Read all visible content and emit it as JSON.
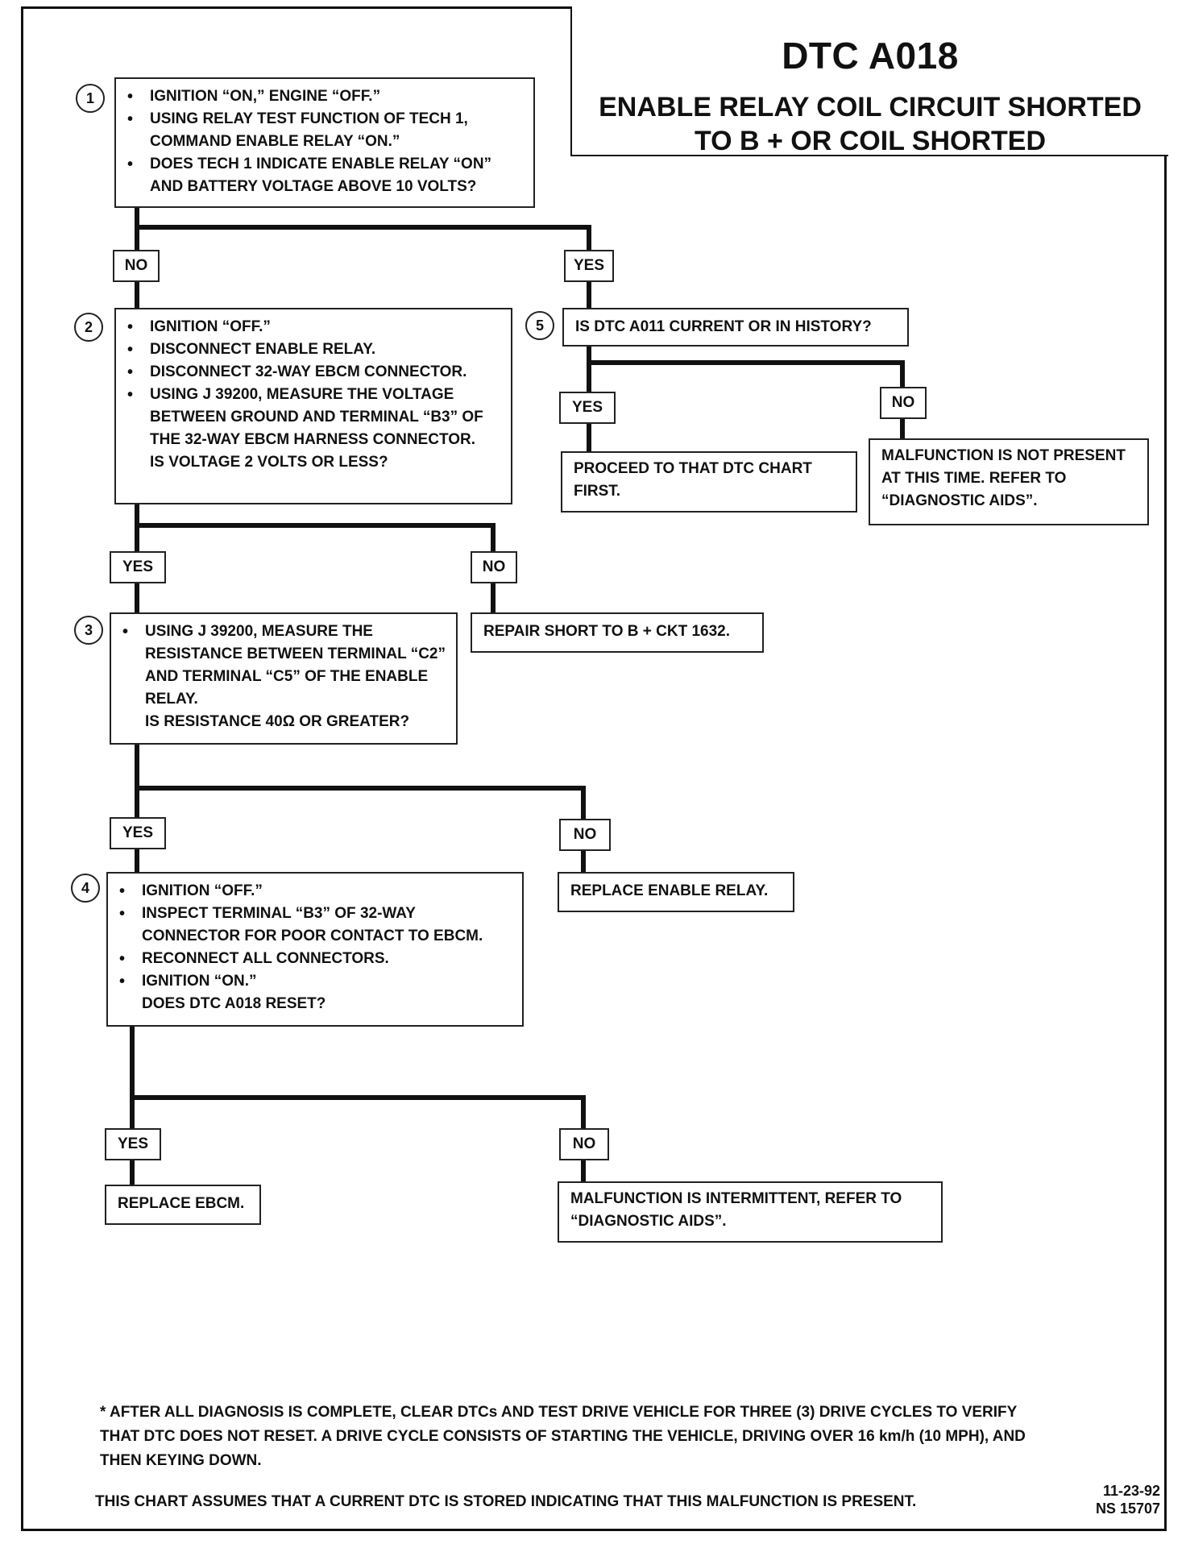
{
  "title": {
    "dtc": "DTC A018",
    "subtitle_line1": "ENABLE RELAY COIL CIRCUIT SHORTED",
    "subtitle_line2": "TO B + OR COIL SHORTED"
  },
  "steps": [
    {
      "number": "1",
      "bullets": [
        "IGNITION “ON,” ENGINE “OFF.”",
        "USING RELAY TEST FUNCTION OF TECH 1, COMMAND ENABLE RELAY “ON.”",
        "DOES TECH 1 INDICATE ENABLE RELAY “ON” AND BATTERY VOLTAGE ABOVE 10 VOLTS?"
      ],
      "question": ""
    },
    {
      "number": "2",
      "bullets": [
        "IGNITION “OFF.”",
        "DISCONNECT ENABLE RELAY.",
        "DISCONNECT 32-WAY EBCM CONNECTOR.",
        "USING J 39200, MEASURE THE VOLTAGE BETWEEN GROUND AND TERMINAL “B3” OF THE 32-WAY EBCM HARNESS CONNECTOR."
      ],
      "question": "IS VOLTAGE 2 VOLTS OR LESS?"
    },
    {
      "number": "3",
      "bullets": [
        "USING J 39200, MEASURE THE RESISTANCE BETWEEN TERMINAL “C2” AND TERMINAL “C5” OF THE ENABLE RELAY."
      ],
      "question": "IS RESISTANCE 40Ω OR GREATER?"
    },
    {
      "number": "4",
      "bullets": [
        "IGNITION “OFF.”",
        "INSPECT TERMINAL “B3” OF 32-WAY CONNECTOR FOR POOR CONTACT TO EBCM.",
        "RECONNECT ALL CONNECTORS.",
        "IGNITION “ON.”"
      ],
      "question": "DOES DTC A018 RESET?"
    },
    {
      "number": "5",
      "text": "IS DTC A011 CURRENT OR IN HISTORY?"
    }
  ],
  "labels": {
    "yes": "YES",
    "no": "NO"
  },
  "results": {
    "proceed": "PROCEED TO THAT DTC CHART FIRST.",
    "not_present": "MALFUNCTION IS NOT PRESENT AT THIS TIME. REFER TO “DIAGNOSTIC AIDS”.",
    "repair_short": "REPAIR SHORT TO B + CKT 1632.",
    "replace_relay": "REPLACE ENABLE RELAY.",
    "replace_ebcm": "REPLACE EBCM.",
    "intermittent": "MALFUNCTION IS INTERMITTENT, REFER TO “DIAGNOSTIC AIDS”."
  },
  "footnote": "* AFTER ALL DIAGNOSIS IS COMPLETE, CLEAR DTCs AND TEST DRIVE VEHICLE FOR THREE (3) DRIVE CYCLES TO VERIFY THAT DTC DOES NOT RESET. A DRIVE CYCLE CONSISTS OF STARTING THE VEHICLE, DRIVING OVER 16 km/h (10 MPH), AND THEN KEYING DOWN.",
  "assumption": "THIS CHART ASSUMES THAT A CURRENT DTC IS STORED INDICATING THAT THIS MALFUNCTION IS PRESENT.",
  "doc_date": "11-23-92",
  "doc_number": "NS 15707"
}
